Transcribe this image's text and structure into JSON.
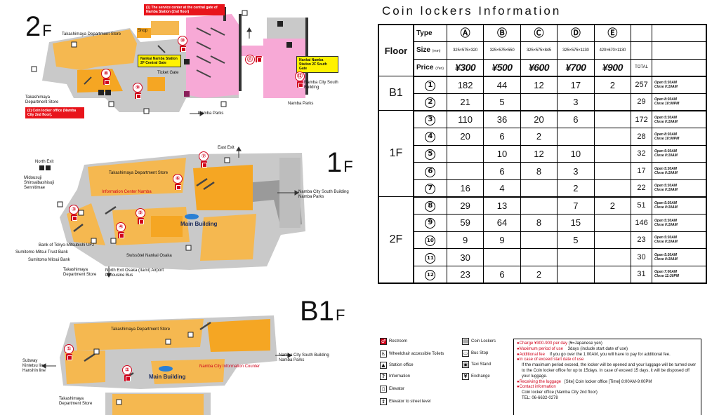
{
  "floors": {
    "f2": {
      "big": "2",
      "small": "F"
    },
    "f1": {
      "big": "1",
      "small": "F"
    },
    "b1": {
      "big": "B1",
      "small": "F"
    }
  },
  "map2f": {
    "labels": [
      "Takashimaya Department Store",
      "Shop",
      "Ticket Gate",
      "Namba Parks",
      "Takashimaya Department Store",
      "Namba City South Building",
      "Namba Parks"
    ],
    "red_callouts": [
      "(1) The service center at the central gate of Namba Station (2nd floor)",
      "(2) Coin locker office (Namba City 2nd floor)."
    ],
    "yellow_callouts": [
      "Nankai Namba Station 2F Central Gate",
      "Nankai Namba Station 2F South Gate"
    ],
    "pins": [
      "⑩",
      "⑧",
      "⑨",
      "⑪",
      "⑫"
    ]
  },
  "map1f": {
    "labels": [
      "North Exit",
      "Midousuji Shinsaibashisuji Sennitimae",
      "Takashimaya Department Store",
      "East Exit",
      "Namba City South Building Namba Parks",
      "Bank of Tokyo-Mitsubishi UFJ",
      "Sumitomo Mitsui Trust Bank",
      "Sumitomo Mitsui Bank",
      "Swissôtel Nankai Osaka",
      "Takashimaya Department Store",
      "North Exit Osaka (Itami) Airport Limousine Bus"
    ],
    "red_labels": [
      "Information Center Namba"
    ],
    "main_building": "Main Building",
    "pins": [
      "⑦",
      "⑥",
      "③",
      "⑤",
      "④"
    ]
  },
  "mapb1": {
    "labels": [
      "Takashimaya Department Store",
      "Subway Kintetsu line Hanshin line",
      "Namba City South Building Namba Parks",
      "Takashimaya Department Store"
    ],
    "red_labels": [
      "Namba City Information Counter"
    ],
    "main_building": "Main Building",
    "pins": [
      "①",
      "②"
    ]
  },
  "table": {
    "title": "Coin lockers Information",
    "floor_header": "Floor",
    "type_label": "Type",
    "size_label": "Size",
    "size_unit": "(mm)",
    "price_label": "Price",
    "price_unit": "(Yen)",
    "total_label": "TOTAL",
    "types": [
      "Ⓐ",
      "Ⓑ",
      "Ⓒ",
      "Ⓓ",
      "Ⓔ"
    ],
    "sizes": [
      "325×575×320",
      "325×575×550",
      "325×575×845",
      "325×575×1130",
      "420×670×1130"
    ],
    "prices": [
      "¥300",
      "¥500",
      "¥600",
      "¥700",
      "¥900"
    ],
    "groups": [
      {
        "floor": "B1",
        "rows": [
          {
            "num": "1",
            "vals": [
              "182",
              "44",
              "12",
              "17",
              "2"
            ],
            "total": "257",
            "open": "Open 5:30AM",
            "close": "Close 0:10AM"
          },
          {
            "num": "2",
            "vals": [
              "21",
              "5",
              "",
              "3",
              ""
            ],
            "total": "29",
            "open": "Open 8:30AM",
            "close": "Close 10:00PM"
          }
        ]
      },
      {
        "floor": "1F",
        "rows": [
          {
            "num": "3",
            "vals": [
              "110",
              "36",
              "20",
              "6",
              ""
            ],
            "total": "172",
            "open": "Open 5:30AM",
            "close": "Close 0:10AM"
          },
          {
            "num": "4",
            "vals": [
              "20",
              "6",
              "2",
              "",
              ""
            ],
            "total": "28",
            "open": "Open 8:30AM",
            "close": "Close 10:00PM"
          },
          {
            "num": "5",
            "vals": [
              "",
              "10",
              "12",
              "10",
              ""
            ],
            "total": "32",
            "open": "Open 5:30AM",
            "close": "Close 0:10AM"
          },
          {
            "num": "6",
            "vals": [
              "",
              "6",
              "8",
              "3",
              ""
            ],
            "total": "17",
            "open": "Open 5:30AM",
            "close": "Close 0:10AM"
          },
          {
            "num": "7",
            "vals": [
              "16",
              "4",
              "",
              "2",
              ""
            ],
            "total": "22",
            "open": "Open 5:30AM",
            "close": "Close 0:10AM"
          }
        ]
      },
      {
        "floor": "2F",
        "rows": [
          {
            "num": "8",
            "vals": [
              "29",
              "13",
              "",
              "7",
              "2"
            ],
            "total": "51",
            "open": "Open 5:30AM",
            "close": "Close 0:10AM"
          },
          {
            "num": "9",
            "vals": [
              "59",
              "64",
              "8",
              "15",
              ""
            ],
            "total": "146",
            "open": "Open 5:30AM",
            "close": "Close 0:10AM"
          },
          {
            "num": "10",
            "vals": [
              "9",
              "9",
              "",
              "5",
              ""
            ],
            "total": "23",
            "open": "Open 5:30AM",
            "close": "Close 0:10AM"
          },
          {
            "num": "11",
            "vals": [
              "30",
              "",
              "",
              "",
              ""
            ],
            "total": "30",
            "open": "Open 5:30AM",
            "close": "Close 0:10AM"
          },
          {
            "num": "12",
            "vals": [
              "23",
              "6",
              "2",
              "",
              ""
            ],
            "total": "31",
            "open": "Open 7:00AM",
            "close": "Close 11:30PM"
          }
        ]
      }
    ]
  },
  "legend": {
    "restroom": "Restroom",
    "wheelchair": "Wheelchair accessible Toilets",
    "station_office": "Station office",
    "information": "Information",
    "elevator": "Elevator",
    "elevator_street": "Elevator to street level",
    "coin_lockers": "Coin Lockers",
    "bus_stop": "Bus Stop",
    "taxi_stand": "Taxi Stand",
    "exchange": "Exchange"
  },
  "info": {
    "charge": "●Charge ¥300-900 per day",
    "charge_note": "(¥=Japanese yen)",
    "max_period": "●Maximum period of use",
    "max_period_val": "3days (include start date of use)",
    "add_fee": "●Additional fee",
    "add_fee_val": "If you go over the 1:00AM, you will have to pay for additional fee.",
    "exceed": "●In case of exceed start date of use",
    "exceed_val": "If the maximum period exceed, the locker will be opened and your luggage will be turned over to the Coin locker office for up to 15days. In case of exceed 15 days, it will be disposed off your luggage.",
    "receiving": "●Receiving the luggage",
    "receiving_val": "[Site] Coin locker office [Time] 8:00AM-9:00PM",
    "contact": "●Contact information",
    "contact_office": "Coin locker office (Namba City 2nd floor)",
    "tel": "TEL: 06-6632-0278"
  }
}
